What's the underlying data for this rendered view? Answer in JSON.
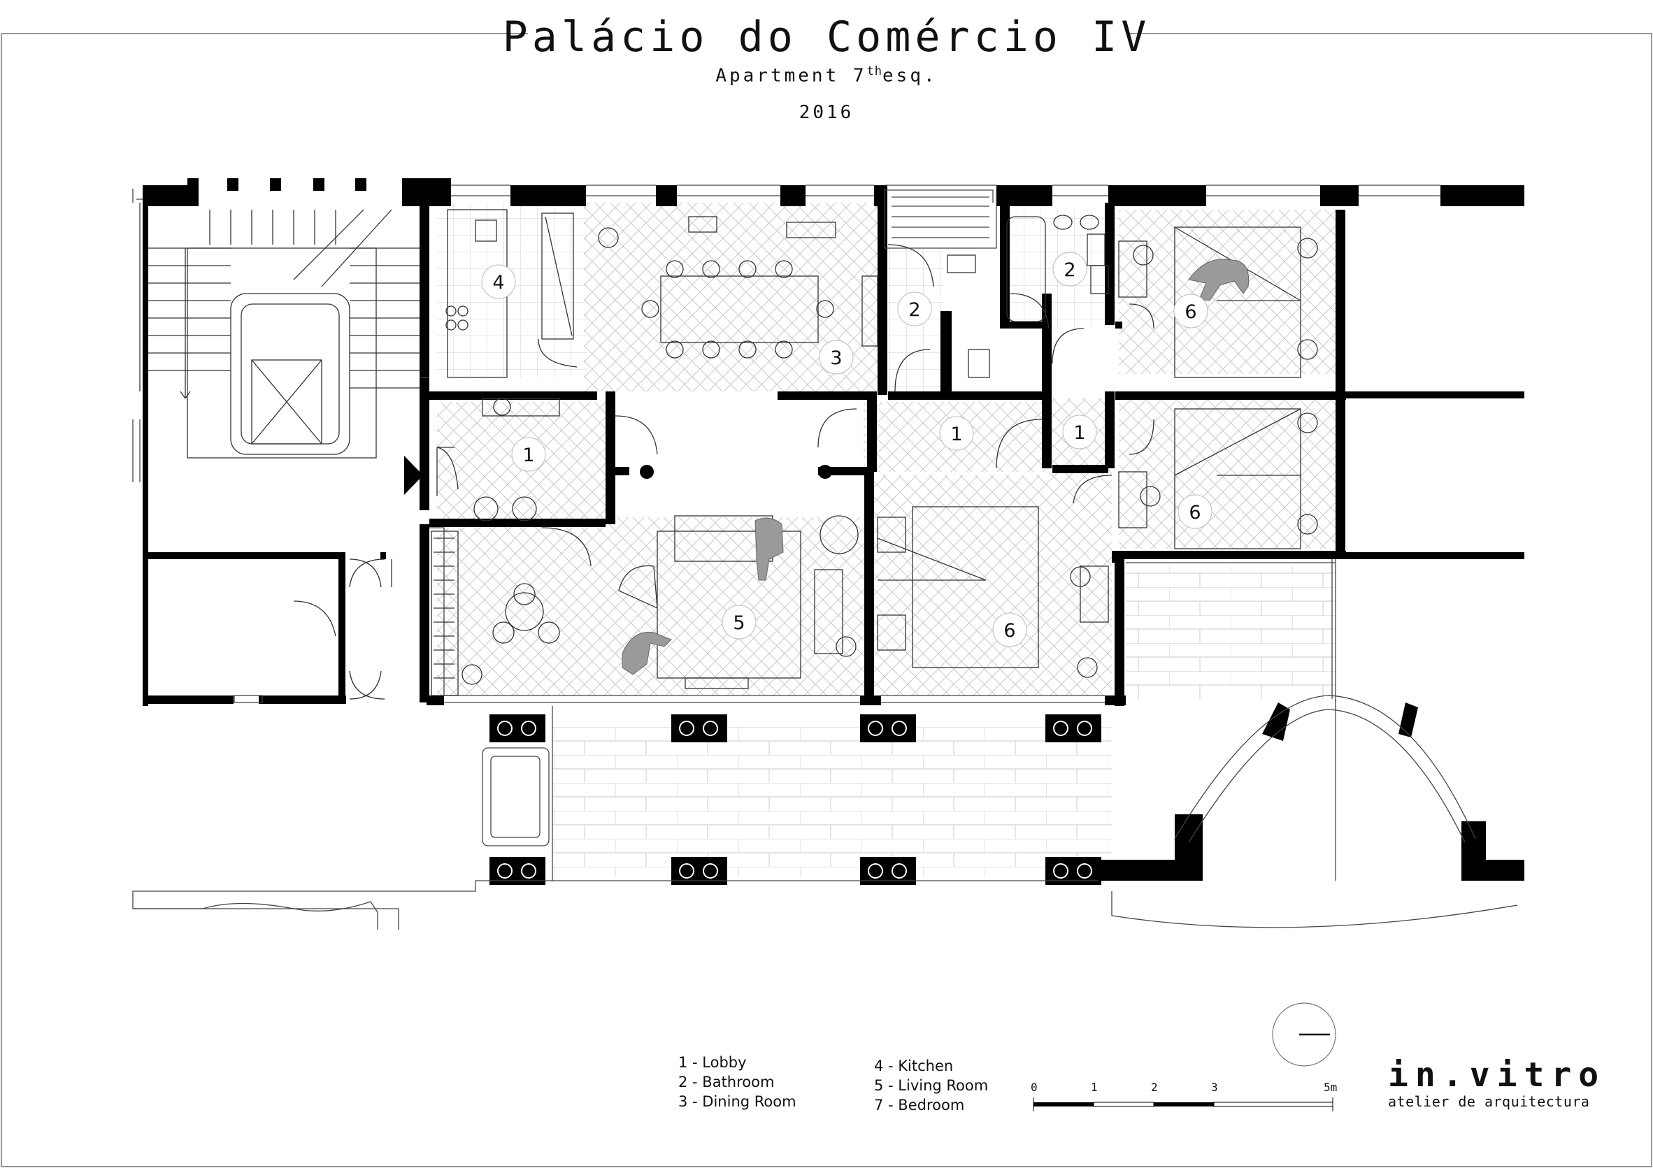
{
  "header": {
    "title": "Palácio do Comércio IV",
    "subtitle_main": "Apartment 7",
    "subtitle_sup": "th",
    "subtitle_end": "esq.",
    "year": "2016"
  },
  "rooms": {
    "kitchen": "4",
    "dining": "3",
    "bath_left": "2",
    "bath_right": "2",
    "bedroom_top": "6",
    "lobby_left": "1",
    "lobby_mid": "1",
    "lobby_right": "1",
    "bedroom_mid": "6",
    "living": "5",
    "bedroom_center": "6"
  },
  "legend": {
    "col1": [
      "1 - Lobby",
      "2 - Bathroom",
      "3 - Dining Room"
    ],
    "col2": [
      "4 - Kitchen",
      "5 - Living Room",
      "7 - Bedroom"
    ]
  },
  "scale": {
    "labels": [
      "0",
      "1",
      "2",
      "3",
      "5m"
    ]
  },
  "logo": {
    "mark": "in.vitro",
    "tagline": "atelier de arquitectura"
  },
  "colors": {
    "wall": "#000000",
    "line": "#444444",
    "figure": "#9a9a9a"
  }
}
